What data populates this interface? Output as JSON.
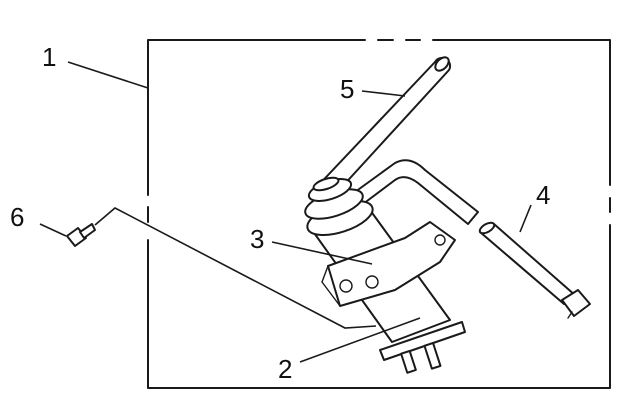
{
  "callouts": {
    "kit": "1",
    "canister": "2",
    "bracket": "3",
    "short_hose": "4",
    "long_hose": "5",
    "bolt": "6"
  },
  "colors": {
    "line": "#1a1a1a",
    "background": "#ffffff"
  }
}
